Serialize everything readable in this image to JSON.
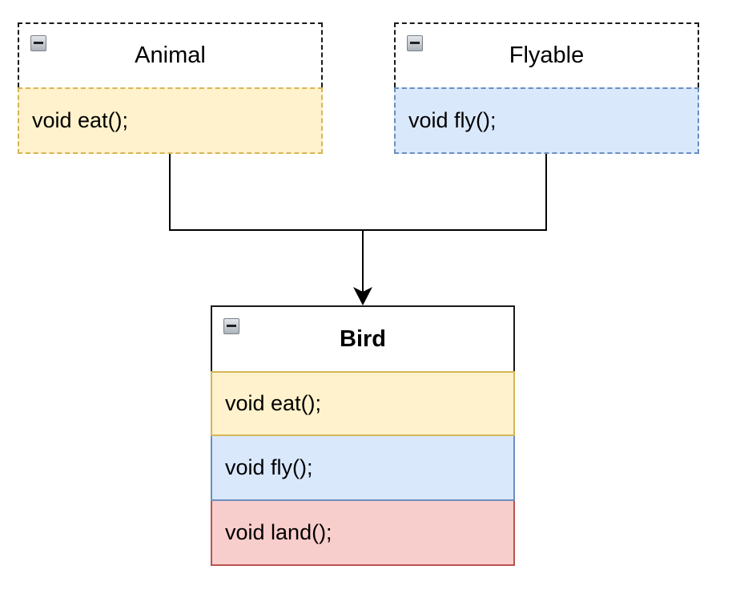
{
  "colors": {
    "yellow_fill": "#fff2cc",
    "yellow_stroke": "#d6b656",
    "blue_fill": "#dae8fc",
    "blue_stroke": "#6c8ebf",
    "red_fill": "#f8cecc",
    "red_stroke": "#b85450",
    "line": "#000000"
  },
  "animal": {
    "title": "Animal",
    "collapse_icon": "minus-square-icon",
    "members": [
      "void eat();"
    ]
  },
  "flyable": {
    "title": "Flyable",
    "collapse_icon": "minus-square-icon",
    "members": [
      "void fly();"
    ]
  },
  "bird": {
    "title": "Bird",
    "collapse_icon": "minus-square-icon",
    "members": [
      "void eat();",
      "void fly();",
      "void land();"
    ]
  }
}
